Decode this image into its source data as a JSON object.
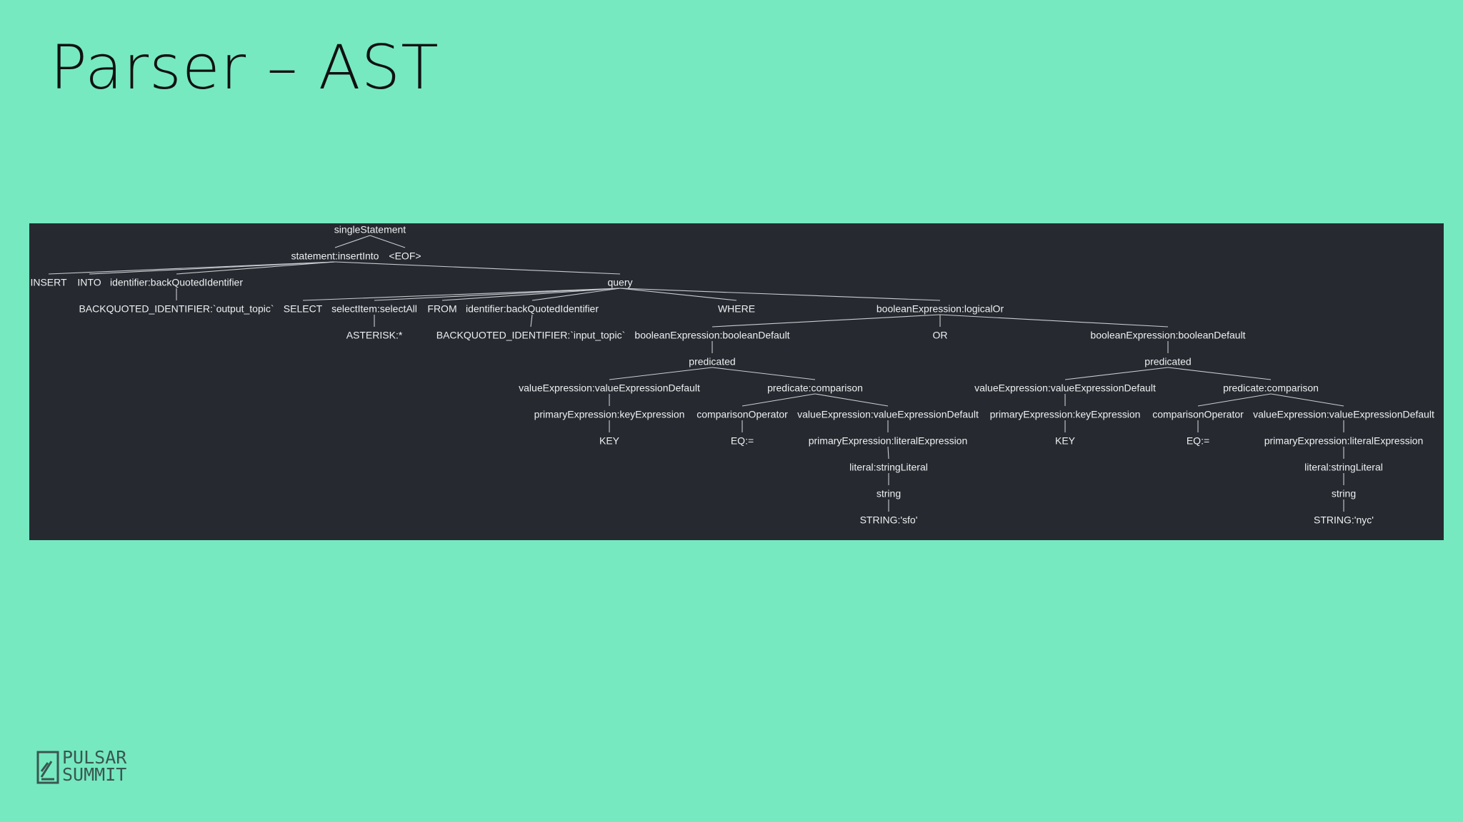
{
  "slide": {
    "title": "Parser – AST"
  },
  "logo": {
    "line1": "PULSAR",
    "line2": "SUMMIT"
  },
  "tree": {
    "nodes": [
      {
        "id": "n1",
        "label": "singleStatement"
      },
      {
        "id": "n2",
        "label": "statement:insertInto"
      },
      {
        "id": "n3",
        "label": "<EOF>"
      },
      {
        "id": "n4",
        "label": "INSERT"
      },
      {
        "id": "n5",
        "label": "INTO"
      },
      {
        "id": "n6",
        "label": "identifier:backQuotedIdentifier"
      },
      {
        "id": "n7",
        "label": "query"
      },
      {
        "id": "n8",
        "label": "BACKQUOTED_IDENTIFIER:`output_topic`"
      },
      {
        "id": "n9",
        "label": "SELECT"
      },
      {
        "id": "n10",
        "label": "selectItem:selectAll"
      },
      {
        "id": "n11",
        "label": "FROM"
      },
      {
        "id": "n12",
        "label": "identifier:backQuotedIdentifier"
      },
      {
        "id": "n13",
        "label": "WHERE"
      },
      {
        "id": "n14",
        "label": "booleanExpression:logicalOr"
      },
      {
        "id": "n15",
        "label": "ASTERISK:*"
      },
      {
        "id": "n16",
        "label": "BACKQUOTED_IDENTIFIER:`input_topic`"
      },
      {
        "id": "n17",
        "label": "booleanExpression:booleanDefault"
      },
      {
        "id": "n18",
        "label": "OR"
      },
      {
        "id": "n19",
        "label": "booleanExpression:booleanDefault"
      },
      {
        "id": "n20",
        "label": "predicated"
      },
      {
        "id": "n21",
        "label": "predicated"
      },
      {
        "id": "n22",
        "label": "valueExpression:valueExpressionDefault"
      },
      {
        "id": "n23",
        "label": "predicate:comparison"
      },
      {
        "id": "n24",
        "label": "valueExpression:valueExpressionDefault"
      },
      {
        "id": "n25",
        "label": "predicate:comparison"
      },
      {
        "id": "n26",
        "label": "primaryExpression:keyExpression"
      },
      {
        "id": "n27",
        "label": "comparisonOperator"
      },
      {
        "id": "n28",
        "label": "valueExpression:valueExpressionDefault"
      },
      {
        "id": "n29",
        "label": "primaryExpression:keyExpression"
      },
      {
        "id": "n30",
        "label": "comparisonOperator"
      },
      {
        "id": "n31",
        "label": "valueExpression:valueExpressionDefault"
      },
      {
        "id": "n32",
        "label": "KEY"
      },
      {
        "id": "n33",
        "label": "EQ:="
      },
      {
        "id": "n34",
        "label": "primaryExpression:literalExpression"
      },
      {
        "id": "n35",
        "label": "KEY"
      },
      {
        "id": "n36",
        "label": "EQ:="
      },
      {
        "id": "n37",
        "label": "primaryExpression:literalExpression"
      },
      {
        "id": "n38",
        "label": "literal:stringLiteral"
      },
      {
        "id": "n39",
        "label": "literal:stringLiteral"
      },
      {
        "id": "n40",
        "label": "string"
      },
      {
        "id": "n41",
        "label": "string"
      },
      {
        "id": "n42",
        "label": "STRING:'sfo'"
      },
      {
        "id": "n43",
        "label": "STRING:'nyc'"
      }
    ]
  }
}
